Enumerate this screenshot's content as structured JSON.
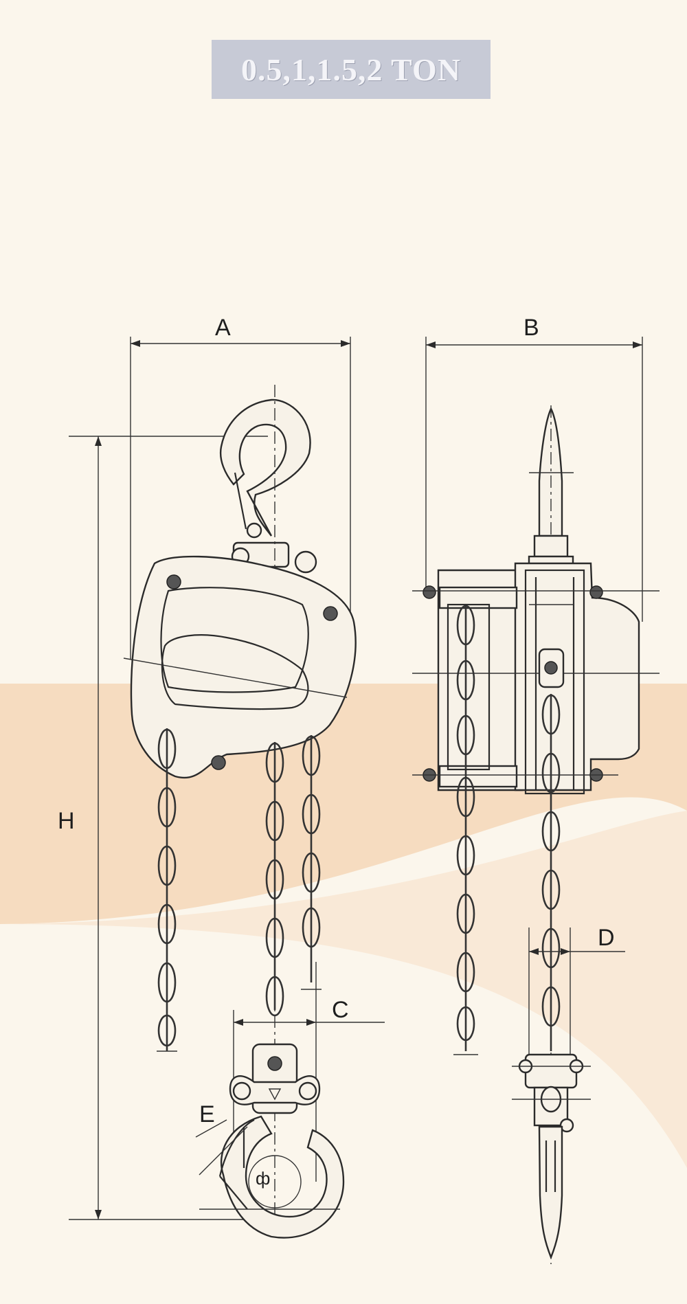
{
  "title": "0.5,1,1.5,2 TON",
  "dimensions": {
    "a": "A",
    "b": "B",
    "c": "C",
    "d": "D",
    "e": "E",
    "h": "H",
    "phi": "ф"
  },
  "colors": {
    "background": "#fbf6ec",
    "band": "#f6dcc0",
    "banner": "#c7cad6",
    "ink": "#2b2b2b"
  }
}
